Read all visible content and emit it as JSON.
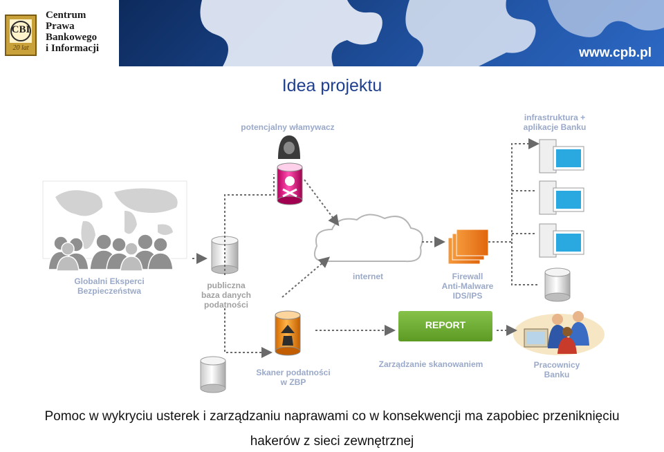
{
  "logo": {
    "line1": "Centrum",
    "line2": "Prawa",
    "line3": "Bankowego",
    "line4": "i Informacji",
    "monogram": "CBI",
    "anniversary": "20 lat"
  },
  "header": {
    "url": "www.cpb.pl"
  },
  "title": "Idea projektu",
  "labels": {
    "attacker": "potencjalny włamywacz",
    "infra_line1": "infrastruktura +",
    "infra_line2": "aplikacje  Banku",
    "experts_line1": "Globalni Eksperci",
    "experts_line2": "Bezpieczeństwa",
    "db_line1": "publiczna",
    "db_line2": "baza danych",
    "db_line3": "podatności",
    "internet": "internet",
    "fw_line1": "Firewall",
    "fw_line2": "Anti-Malware",
    "fw_line3": "IDS/IPS",
    "report": "REPORT",
    "scanner_line1": "Skaner podatności",
    "scanner_line2": "w ZBP",
    "management": "Zarządzanie skanowaniem",
    "staff_line1": "Pracownicy",
    "staff_line2": "Banku"
  },
  "footer": {
    "line1": "Pomoc w wykryciu usterek i zarządzaniu naprawami co w konsekwencji ma zapobiec przeniknięciu",
    "line2": "hakerów z sieci zewnętrznej"
  },
  "colors": {
    "title": "#1f3f8f",
    "header": "#1f4f9c",
    "report": "#6fae30",
    "firewall": "#f07b1e",
    "attacker_cylinder": "#e6007e",
    "label": "#8a8a8a",
    "arrow": "#6a6a6a"
  }
}
